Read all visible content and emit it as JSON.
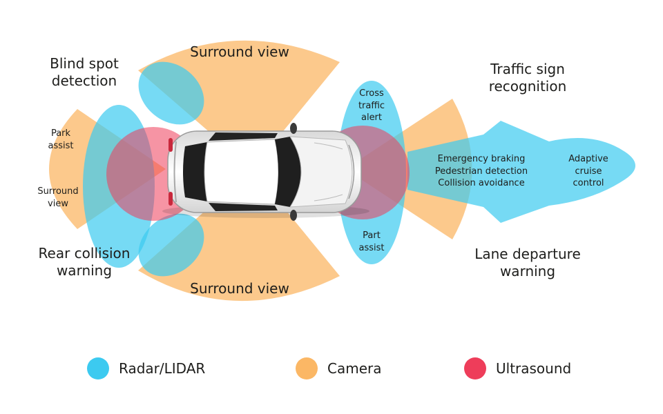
{
  "colors": {
    "radar": "#3ccaf0",
    "camera": "#fbb765",
    "ultrasound": "#ee3d5a",
    "text": "#1d1d1b"
  },
  "labels": {
    "blind_spot_line1": "Blind spot",
    "blind_spot_line2": "detection",
    "surround_view_top": "Surround view",
    "surround_view_bottom": "Surround view",
    "traffic_sign_line1": "Traffic sign",
    "traffic_sign_line2": "recognition",
    "park_assist_line1": "Park",
    "park_assist_line2": "assist",
    "surround_view_rear_line1": "Surround",
    "surround_view_rear_line2": "view",
    "cross_traffic_line1": "Cross",
    "cross_traffic_line2": "traffic",
    "cross_traffic_line3": "alert",
    "emergency_braking": "Emergency braking",
    "pedestrian_detection": "Pedestrian detection",
    "collision_avoidance": "Collision avoidance",
    "adaptive_cruise_line1": "Adaptive",
    "adaptive_cruise_line2": "cruise",
    "adaptive_cruise_line3": "control",
    "rear_collision_line1": "Rear collision",
    "rear_collision_line2": "warning",
    "part_assist_line1": "Part",
    "part_assist_line2": "assist",
    "lane_departure_line1": "Lane departure",
    "lane_departure_line2": "warning"
  },
  "legend": [
    {
      "label": "Radar/LIDAR",
      "color": "#3ccaf0",
      "icon": "radar-dot-icon"
    },
    {
      "label": "Camera",
      "color": "#fbb765",
      "icon": "camera-dot-icon"
    },
    {
      "label": "Ultrasound",
      "color": "#ee3d5a",
      "icon": "ultrasound-dot-icon"
    }
  ]
}
